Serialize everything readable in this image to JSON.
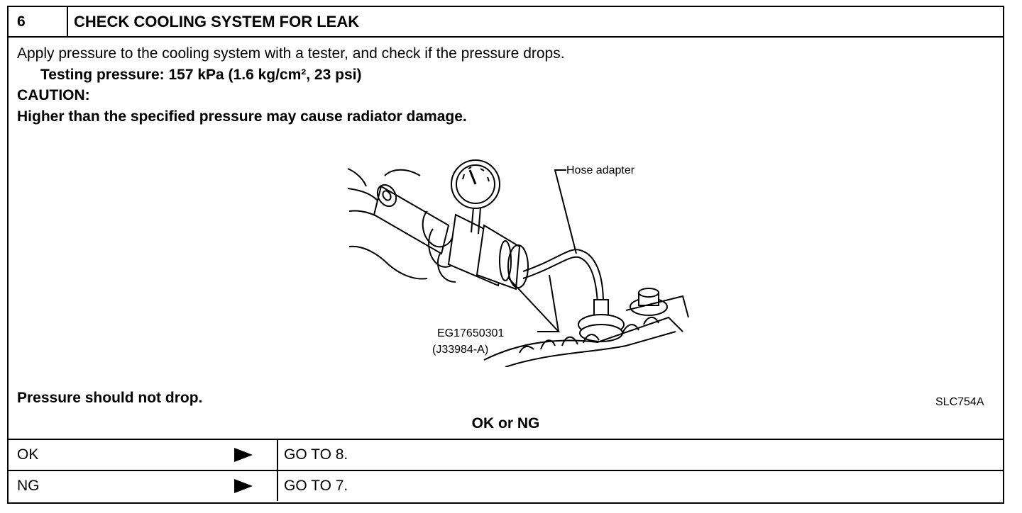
{
  "header": {
    "step": "6",
    "title": "CHECK COOLING SYSTEM FOR LEAK"
  },
  "instructions": {
    "line1": "Apply pressure to the cooling system with a tester, and check if the pressure drops.",
    "testing_pressure": "Testing pressure: 157 kPa (1.6 kg/cm², 23 psi)",
    "caution_label": "CAUTION:",
    "caution_text": "Higher than the specified pressure may cause radiator damage."
  },
  "figure": {
    "hose_label": "Hose adapter",
    "tool_number": "EG17650301",
    "tool_alt": "(J33984-A)",
    "figure_id": "SLC754A"
  },
  "result_text": "Pressure should not drop.",
  "decision": {
    "label": "OK or NG",
    "rows": [
      {
        "key": "OK",
        "action": "GO TO 8."
      },
      {
        "key": "NG",
        "action": "GO TO 7."
      }
    ]
  }
}
